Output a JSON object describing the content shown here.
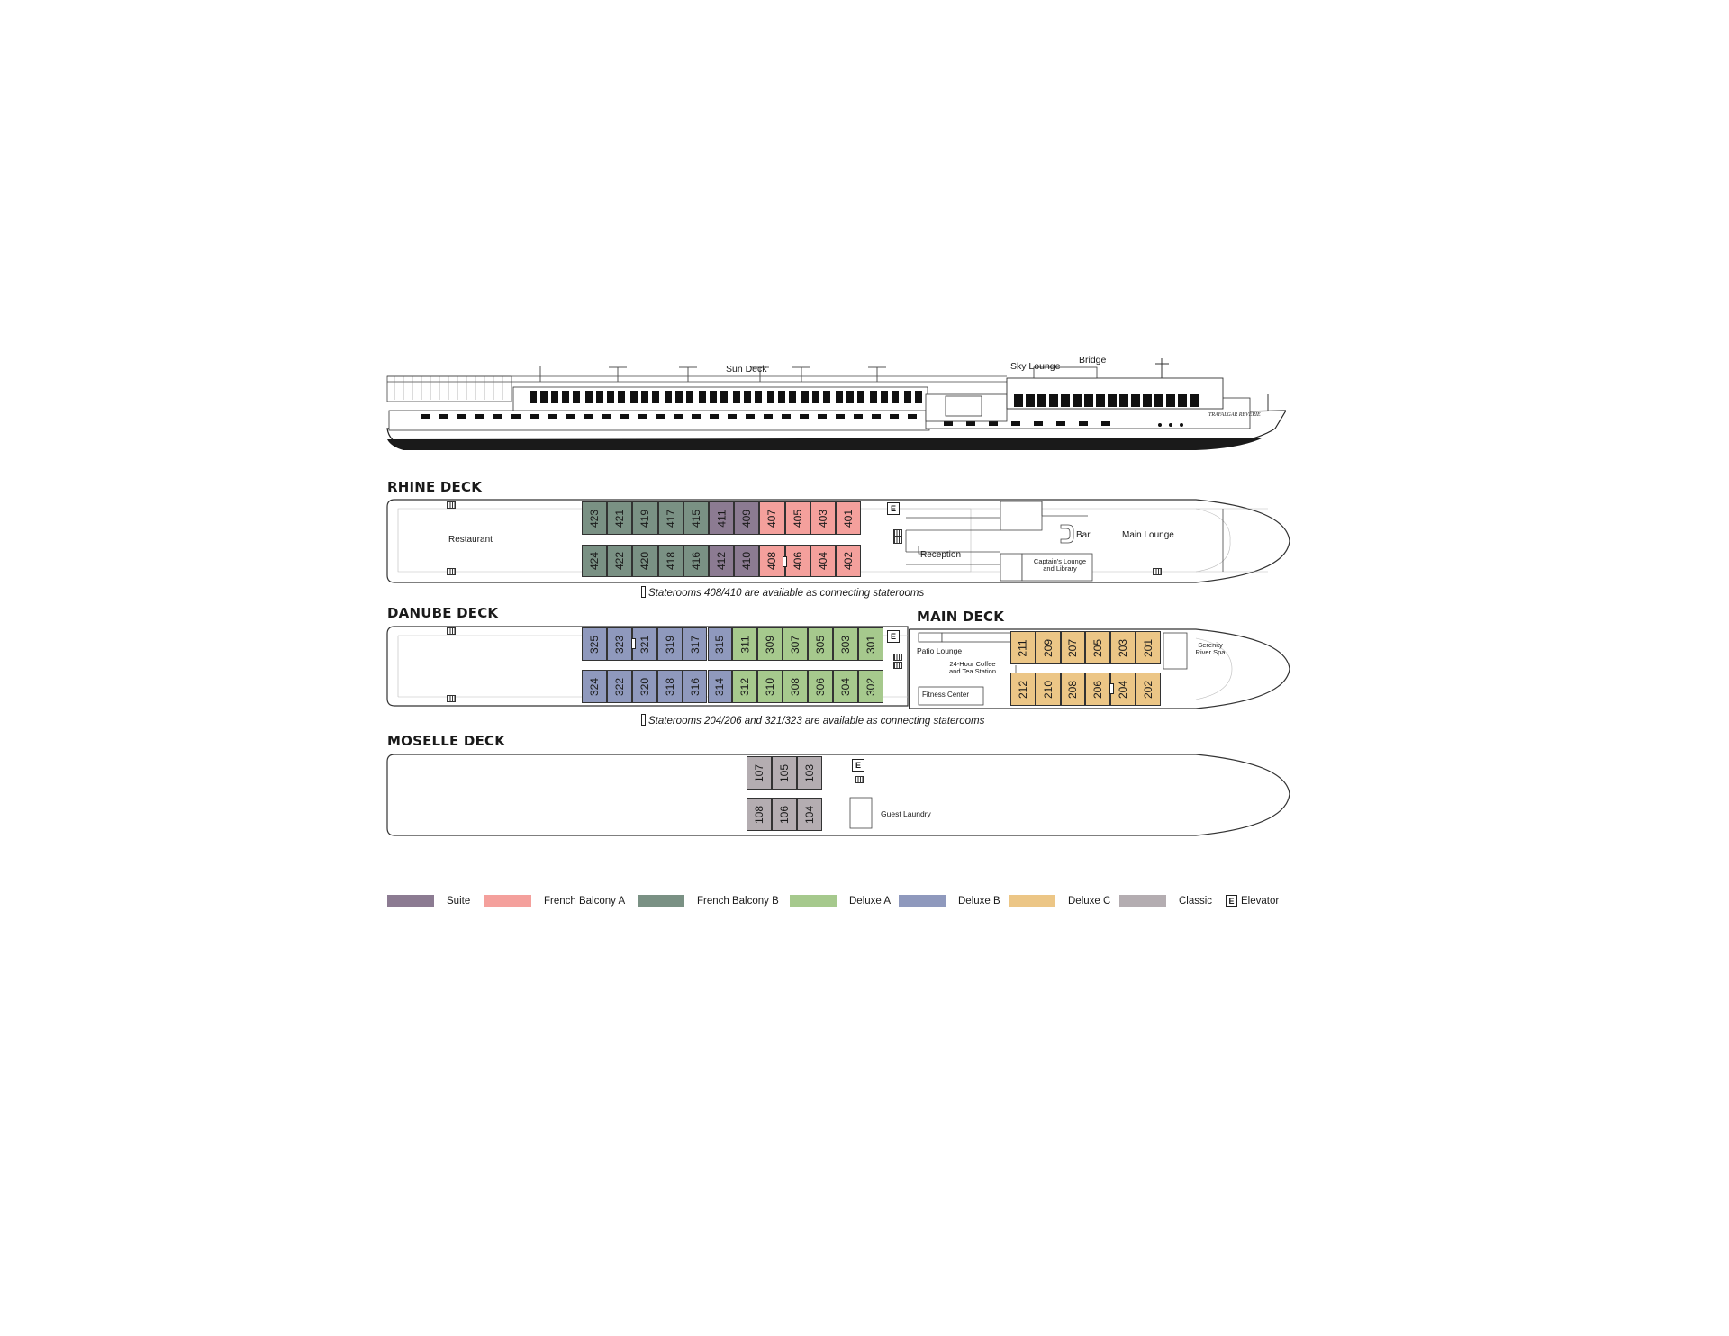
{
  "ship_profile": {
    "sun_deck": "Sun Deck",
    "sky_lounge": "Sky Lounge",
    "bridge": "Bridge",
    "ship_name": "TRAFALGAR REVERIE"
  },
  "colors": {
    "suite": "#8c7b92",
    "french_balcony_a": "#f4a09c",
    "french_balcony_b": "#7a9184",
    "deluxe_a": "#a6c98d",
    "deluxe_b": "#8f99bd",
    "deluxe_c": "#ecc686",
    "classic": "#b4adb1"
  },
  "rhine": {
    "title": "RHINE DECK",
    "restaurant": "Restaurant",
    "reception": "Reception",
    "bar": "Bar",
    "main_lounge": "Main Lounge",
    "captains_lounge_1": "Captain's Lounge",
    "captains_lounge_2": "and Library",
    "elevator": "E",
    "note": "Staterooms 408/410 are available as connecting staterooms",
    "top": [
      {
        "n": "423",
        "c": "french_balcony_b"
      },
      {
        "n": "421",
        "c": "french_balcony_b"
      },
      {
        "n": "419",
        "c": "french_balcony_b"
      },
      {
        "n": "417",
        "c": "french_balcony_b"
      },
      {
        "n": "415",
        "c": "french_balcony_b"
      },
      {
        "n": "411",
        "c": "suite"
      },
      {
        "n": "409",
        "c": "suite"
      },
      {
        "n": "407",
        "c": "french_balcony_a"
      },
      {
        "n": "405",
        "c": "french_balcony_a"
      },
      {
        "n": "403",
        "c": "french_balcony_a"
      },
      {
        "n": "401",
        "c": "french_balcony_a"
      }
    ],
    "bottom": [
      {
        "n": "424",
        "c": "french_balcony_b"
      },
      {
        "n": "422",
        "c": "french_balcony_b"
      },
      {
        "n": "420",
        "c": "french_balcony_b"
      },
      {
        "n": "418",
        "c": "french_balcony_b"
      },
      {
        "n": "416",
        "c": "french_balcony_b"
      },
      {
        "n": "412",
        "c": "suite"
      },
      {
        "n": "410",
        "c": "suite"
      },
      {
        "n": "408",
        "c": "french_balcony_a"
      },
      {
        "n": "406",
        "c": "french_balcony_a"
      },
      {
        "n": "404",
        "c": "french_balcony_a"
      },
      {
        "n": "402",
        "c": "french_balcony_a"
      }
    ]
  },
  "danube": {
    "title": "DANUBE DECK",
    "elevator": "E",
    "note": "Staterooms 204/206 and 321/323 are available as connecting staterooms",
    "top": [
      {
        "n": "325",
        "c": "deluxe_b"
      },
      {
        "n": "323",
        "c": "deluxe_b"
      },
      {
        "n": "321",
        "c": "deluxe_b"
      },
      {
        "n": "319",
        "c": "deluxe_b"
      },
      {
        "n": "317",
        "c": "deluxe_b"
      },
      {
        "n": "315",
        "c": "deluxe_b"
      },
      {
        "n": "311",
        "c": "deluxe_a"
      },
      {
        "n": "309",
        "c": "deluxe_a"
      },
      {
        "n": "307",
        "c": "deluxe_a"
      },
      {
        "n": "305",
        "c": "deluxe_a"
      },
      {
        "n": "303",
        "c": "deluxe_a"
      },
      {
        "n": "301",
        "c": "deluxe_a"
      }
    ],
    "bottom": [
      {
        "n": "324",
        "c": "deluxe_b"
      },
      {
        "n": "322",
        "c": "deluxe_b"
      },
      {
        "n": "320",
        "c": "deluxe_b"
      },
      {
        "n": "318",
        "c": "deluxe_b"
      },
      {
        "n": "316",
        "c": "deluxe_b"
      },
      {
        "n": "314",
        "c": "deluxe_b"
      },
      {
        "n": "312",
        "c": "deluxe_a"
      },
      {
        "n": "310",
        "c": "deluxe_a"
      },
      {
        "n": "308",
        "c": "deluxe_a"
      },
      {
        "n": "306",
        "c": "deluxe_a"
      },
      {
        "n": "304",
        "c": "deluxe_a"
      },
      {
        "n": "302",
        "c": "deluxe_a"
      }
    ]
  },
  "main": {
    "title": "MAIN DECK",
    "patio_lounge": "Patio Lounge",
    "coffee_1": "24-Hour Coffee",
    "coffee_2": "and Tea Station",
    "fitness": "Fitness Center",
    "spa_1": "Serenity",
    "spa_2": "River Spa",
    "top": [
      {
        "n": "211",
        "c": "deluxe_c"
      },
      {
        "n": "209",
        "c": "deluxe_c"
      },
      {
        "n": "207",
        "c": "deluxe_c"
      },
      {
        "n": "205",
        "c": "deluxe_c"
      },
      {
        "n": "203",
        "c": "deluxe_c"
      },
      {
        "n": "201",
        "c": "deluxe_c"
      }
    ],
    "bottom": [
      {
        "n": "212",
        "c": "deluxe_c"
      },
      {
        "n": "210",
        "c": "deluxe_c"
      },
      {
        "n": "208",
        "c": "deluxe_c"
      },
      {
        "n": "206",
        "c": "deluxe_c"
      },
      {
        "n": "204",
        "c": "deluxe_c"
      },
      {
        "n": "202",
        "c": "deluxe_c"
      }
    ]
  },
  "moselle": {
    "title": "MOSELLE DECK",
    "elevator": "E",
    "guest_laundry": "Guest Laundry",
    "top": [
      {
        "n": "107",
        "c": "classic"
      },
      {
        "n": "105",
        "c": "classic"
      },
      {
        "n": "103",
        "c": "classic"
      }
    ],
    "bottom": [
      {
        "n": "108",
        "c": "classic"
      },
      {
        "n": "106",
        "c": "classic"
      },
      {
        "n": "104",
        "c": "classic"
      }
    ]
  },
  "legend": [
    {
      "label": "Suite",
      "c": "suite"
    },
    {
      "label": "French Balcony A",
      "c": "french_balcony_a"
    },
    {
      "label": "French Balcony B",
      "c": "french_balcony_b"
    },
    {
      "label": "Deluxe A",
      "c": "deluxe_a"
    },
    {
      "label": "Deluxe B",
      "c": "deluxe_b"
    },
    {
      "label": "Deluxe C",
      "c": "deluxe_c"
    },
    {
      "label": "Classic",
      "c": "classic"
    },
    {
      "label": "Elevator",
      "elevator": "E"
    }
  ]
}
